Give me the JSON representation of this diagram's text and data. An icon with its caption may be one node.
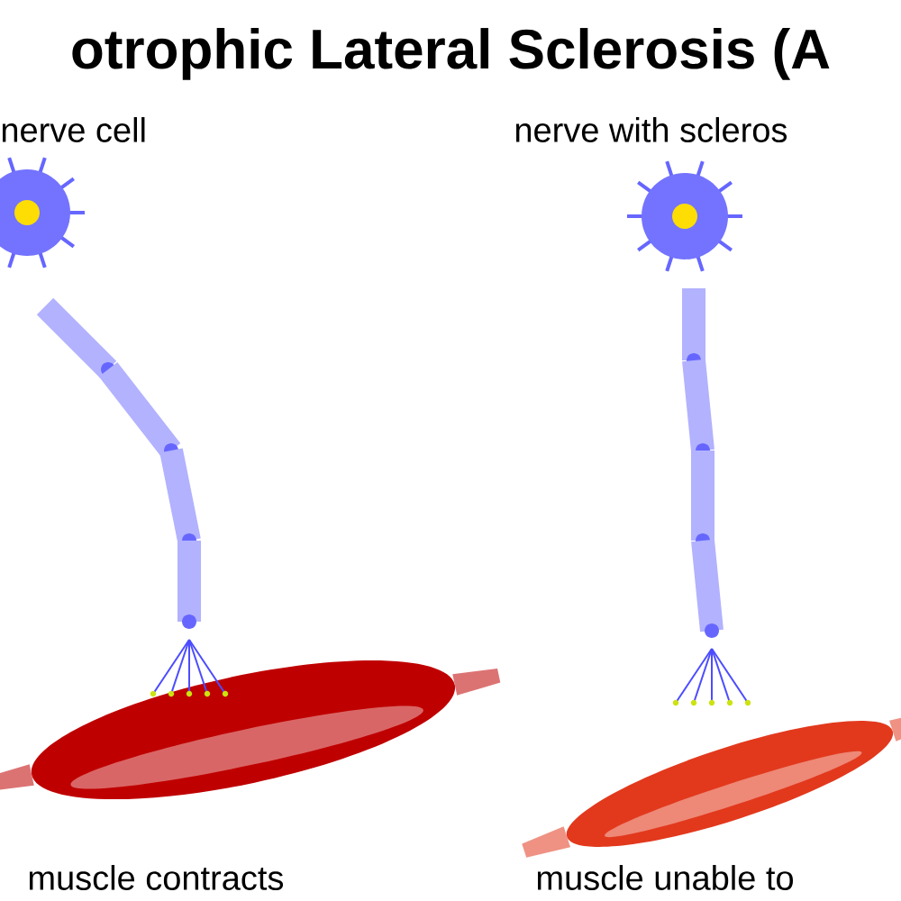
{
  "diagram": {
    "title": "otrophic Lateral Sclerosis (A",
    "labels": [
      "nerve cell",
      "nerve with scleros",
      "muscle contracts",
      "muscle unable to"
    ]
  }
}
